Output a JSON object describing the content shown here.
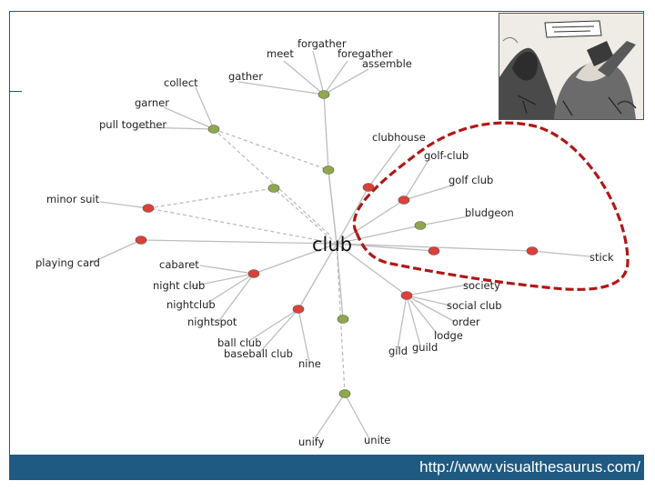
{
  "footer": {
    "url": "http://www.visualthesaurus.com/"
  },
  "colors": {
    "noun_node": "#d9413a",
    "verb_node": "#8fa84c",
    "edge": "#bdbdbd",
    "highlight": "#b01717",
    "frame": "#1f5a82"
  },
  "graph": {
    "center": {
      "id": "club",
      "label": "club"
    },
    "nodes": [
      {
        "id": "h_gather",
        "kind": "verb"
      },
      {
        "id": "h_collect",
        "kind": "verb"
      },
      {
        "id": "h_unite_chain",
        "kind": "verb"
      },
      {
        "id": "h_minor",
        "kind": "noun"
      },
      {
        "id": "h_playing",
        "kind": "noun"
      },
      {
        "id": "h_cabaret",
        "kind": "noun"
      },
      {
        "id": "h_ballclub",
        "kind": "noun"
      },
      {
        "id": "h_nine",
        "kind": "verb"
      },
      {
        "id": "h_unite",
        "kind": "verb"
      },
      {
        "id": "h_society",
        "kind": "noun"
      },
      {
        "id": "h_stick",
        "kind": "noun"
      },
      {
        "id": "h_bludgeon",
        "kind": "noun"
      },
      {
        "id": "h_golfclub",
        "kind": "noun"
      },
      {
        "id": "h_clubhouse",
        "kind": "noun"
      },
      {
        "id": "h_mid",
        "kind": "verb"
      },
      {
        "id": "h_bludgeon_v",
        "kind": "verb"
      }
    ],
    "words": [
      {
        "id": "w_forgather",
        "text": "forgather",
        "hub": "h_gather"
      },
      {
        "id": "w_meet",
        "text": "meet",
        "hub": "h_gather"
      },
      {
        "id": "w_foregather",
        "text": "foregather",
        "hub": "h_gather"
      },
      {
        "id": "w_assemble",
        "text": "assemble",
        "hub": "h_gather"
      },
      {
        "id": "w_gather",
        "text": "gather",
        "hub": "h_gather"
      },
      {
        "id": "w_collect",
        "text": "collect",
        "hub": "h_collect"
      },
      {
        "id": "w_garner",
        "text": "garner",
        "hub": "h_collect"
      },
      {
        "id": "w_pull_together",
        "text": "pull together",
        "hub": "h_collect"
      },
      {
        "id": "w_minor_suit",
        "text": "minor suit",
        "hub": "h_minor"
      },
      {
        "id": "w_playing_card",
        "text": "playing card",
        "hub": "h_playing"
      },
      {
        "id": "w_cabaret",
        "text": "cabaret",
        "hub": "h_cabaret"
      },
      {
        "id": "w_night_club",
        "text": "night club",
        "hub": "h_cabaret"
      },
      {
        "id": "w_nightclub",
        "text": "nightclub",
        "hub": "h_cabaret"
      },
      {
        "id": "w_nightspot",
        "text": "nightspot",
        "hub": "h_cabaret"
      },
      {
        "id": "w_ball_club",
        "text": "ball club",
        "hub": "h_ballclub"
      },
      {
        "id": "w_baseball_club",
        "text": "baseball club",
        "hub": "h_ballclub"
      },
      {
        "id": "w_nine",
        "text": "nine",
        "hub": "h_ballclub"
      },
      {
        "id": "w_unify",
        "text": "unify",
        "hub": "h_unite"
      },
      {
        "id": "w_unite",
        "text": "unite",
        "hub": "h_unite"
      },
      {
        "id": "w_clubhouse",
        "text": "clubhouse",
        "hub": "h_clubhouse"
      },
      {
        "id": "w_golf_club_hyphen",
        "text": "golf-club",
        "hub": "h_golfclub"
      },
      {
        "id": "w_golf_club",
        "text": "golf club",
        "hub": "h_golfclub"
      },
      {
        "id": "w_bludgeon",
        "text": "bludgeon",
        "hub": "h_bludgeon_v"
      },
      {
        "id": "w_stick",
        "text": "stick",
        "hub": "h_stick"
      },
      {
        "id": "w_society",
        "text": "society",
        "hub": "h_society"
      },
      {
        "id": "w_social_club",
        "text": "social club",
        "hub": "h_society"
      },
      {
        "id": "w_order",
        "text": "order",
        "hub": "h_society"
      },
      {
        "id": "w_lodge",
        "text": "lodge",
        "hub": "h_society"
      },
      {
        "id": "w_guild",
        "text": "guild",
        "hub": "h_society"
      },
      {
        "id": "w_gild",
        "text": "gild",
        "hub": "h_society"
      }
    ]
  }
}
